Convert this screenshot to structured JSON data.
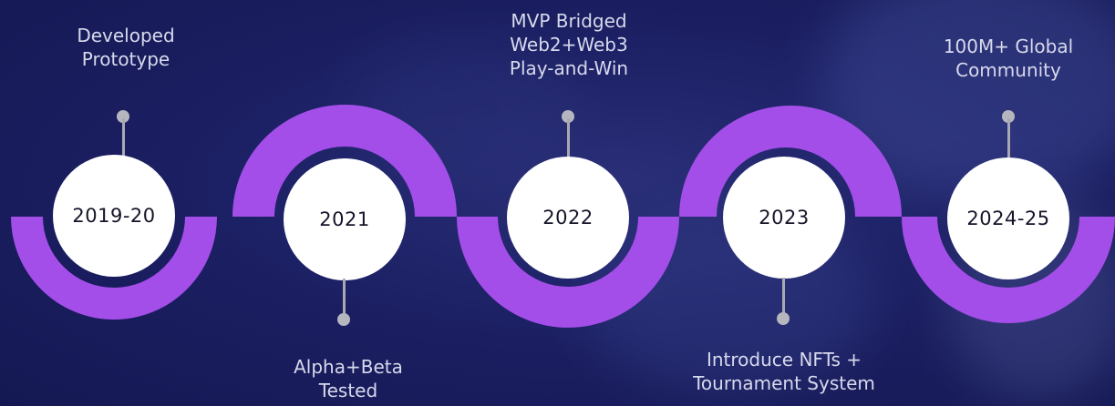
{
  "timeline": {
    "accent_color": "#a34ee8",
    "milestones": [
      {
        "year": "2019-20",
        "label": "Developed\nPrototype",
        "label_position": "top"
      },
      {
        "year": "2021",
        "label": "Alpha+Beta\nTested",
        "label_position": "bottom"
      },
      {
        "year": "2022",
        "label": "MVP Bridged\nWeb2+Web3\nPlay-and-Win",
        "label_position": "top"
      },
      {
        "year": "2023",
        "label": "Introduce NFTs +\nTournament System",
        "label_position": "bottom"
      },
      {
        "year": "2024-25",
        "label": "100M+ Global\nCommunity",
        "label_position": "top"
      }
    ]
  }
}
